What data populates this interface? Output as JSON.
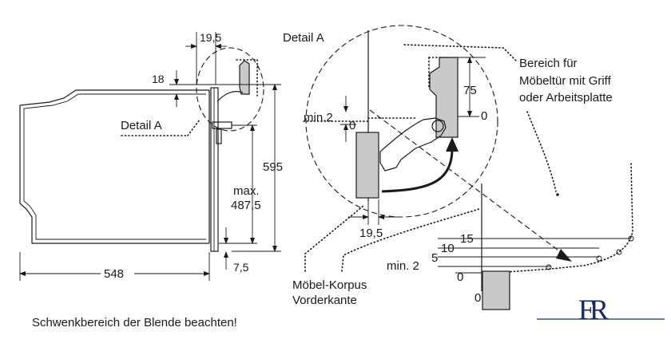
{
  "labels": {
    "dim_19_5_top": "19,5",
    "dim_18": "18",
    "detail_a_left": "Detail A",
    "dim_595": "595",
    "dim_max": "max.",
    "dim_487_5": "487,5",
    "dim_548": "548",
    "dim_7_5": "7,5",
    "detail_a_title": "Detail A",
    "dim_min2_detail": "min.2",
    "dim_0_detail": "0",
    "dim_75": "75",
    "dim_0_right": "0",
    "dim_19_5_bottom": "19,5",
    "area_line1": "Bereich für",
    "area_line2": "Möbeltür mit Griff",
    "area_line3": "oder Arbeitsplatte",
    "scale_15": "15",
    "scale_10": "10",
    "scale_5": "5",
    "scale_min2": "min. 2",
    "scale_0": "0",
    "scale_0_lower": "0",
    "furniture_line1": "Möbel-Korpus",
    "furniture_line2": "Vorderkante",
    "note": "Schwenkbereich der Blende beachten!"
  },
  "logo": {
    "text": "FR"
  }
}
